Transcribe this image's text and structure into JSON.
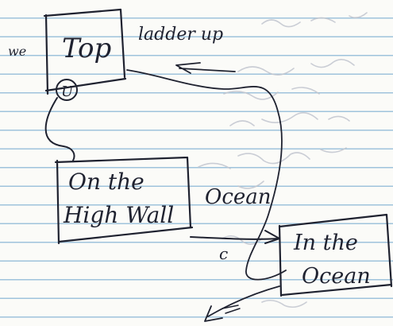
{
  "diagram": {
    "nodes": [
      {
        "id": "top",
        "label": "Top"
      },
      {
        "id": "high-wall",
        "label_lines": [
          "On the",
          "High Wall"
        ]
      },
      {
        "id": "ocean",
        "label_lines": [
          "In the",
          "Ocean"
        ]
      }
    ],
    "edge_labels": {
      "top_right": "ladder up",
      "top_left": "we",
      "top_bottom": "U",
      "wall_right": "Ocean",
      "bottom_arrow": "c"
    },
    "colors": {
      "ink": "#1f2230",
      "paper": "#fbfbf8",
      "rule_line": "#9fc3dc"
    }
  }
}
